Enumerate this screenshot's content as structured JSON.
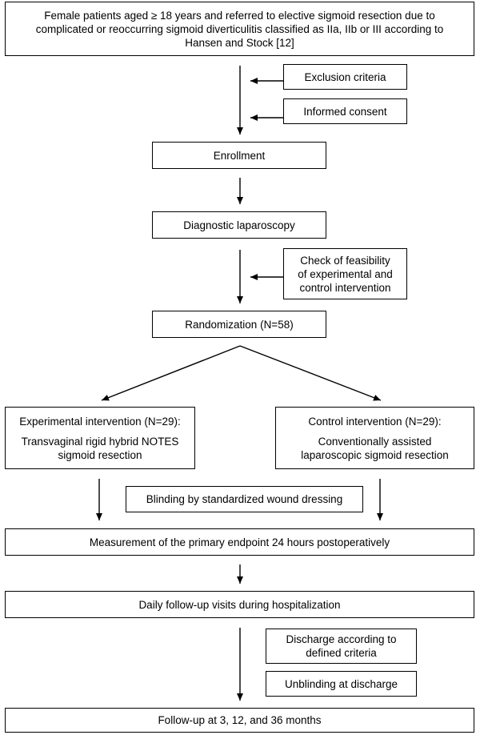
{
  "diagram": {
    "eligibility": {
      "line1": "Female patients aged ≥ 18 years and referred to elective sigmoid resection due to",
      "line2": "complicated or reoccurring sigmoid diverticulitis classified as IIa, IIb or III according to",
      "line3": "Hansen and Stock [12]"
    },
    "exclusion": "Exclusion criteria",
    "consent": "Informed consent",
    "enrollment": "Enrollment",
    "diagnostic": "Diagnostic laparoscopy",
    "feasibility": {
      "line1": "Check of feasibility",
      "line2": "of experimental and",
      "line3": "control intervention"
    },
    "randomization": "Randomization (N=58)",
    "experimental": {
      "title": "Experimental intervention (N=29):",
      "line1": "Transvaginal rigid hybrid NOTES",
      "line2": "sigmoid resection"
    },
    "control": {
      "title": "Control intervention (N=29):",
      "line1": "Conventionally assisted",
      "line2": "laparoscopic sigmoid resection"
    },
    "blinding": "Blinding by standardized wound dressing",
    "primary_endpoint": "Measurement of the primary endpoint 24 hours postoperatively",
    "daily_followup": "Daily follow-up visits during hospitalization",
    "discharge": {
      "line1": "Discharge according to",
      "line2": "defined criteria"
    },
    "unblinding": "Unblinding at discharge",
    "final_followup": "Follow-up at 3, 12, and 36 months"
  }
}
